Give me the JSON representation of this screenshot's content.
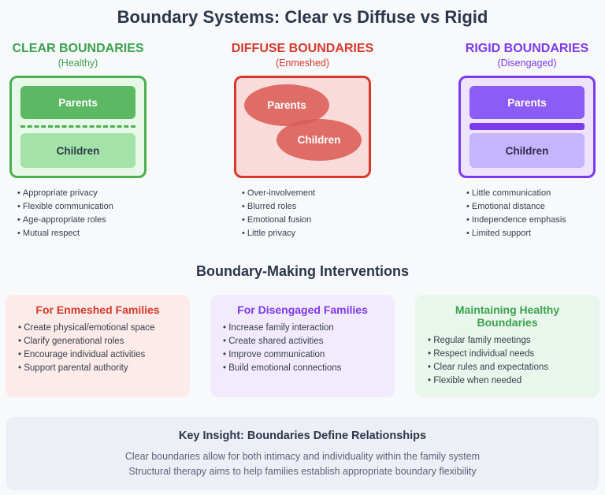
{
  "page": {
    "title": "Boundary Systems: Clear vs Diffuse vs Rigid"
  },
  "colors": {
    "clear_green": "#3aa24e",
    "diffuse_red": "#d6392c",
    "rigid_purple": "#7c3aed",
    "title_dark": "#2b3649"
  },
  "columns": [
    {
      "heading": "CLEAR BOUNDARIES",
      "subheading": "(Healthy)",
      "parents_label": "Parents",
      "children_label": "Children",
      "bullets": [
        "Appropriate privacy",
        "Flexible communication",
        "Age-appropriate roles",
        "Mutual respect"
      ]
    },
    {
      "heading": "DIFFUSE BOUNDARIES",
      "subheading": "(Enmeshed)",
      "parents_label": "Parents",
      "children_label": "Children",
      "bullets": [
        "Over-involvement",
        "Blurred roles",
        "Emotional fusion",
        "Little privacy"
      ]
    },
    {
      "heading": "RIGID BOUNDARIES",
      "subheading": "(Disengaged)",
      "parents_label": "Parents",
      "children_label": "Children",
      "bullets": [
        "Little communication",
        "Emotional distance",
        "Independence emphasis",
        "Limited support"
      ]
    }
  ],
  "interventions": {
    "title": "Boundary-Making Interventions",
    "cards": [
      {
        "title": "For Enmeshed Families",
        "bullets": [
          "Create physical/emotional space",
          "Clarify generational roles",
          "Encourage individual activities",
          "Support parental authority"
        ]
      },
      {
        "title": "For Disengaged Families",
        "bullets": [
          "Increase family interaction",
          "Create shared activities",
          "Improve communication",
          "Build emotional connections"
        ]
      },
      {
        "title": "Maintaining Healthy Boundaries",
        "bullets": [
          "Regular family meetings",
          "Respect individual needs",
          "Clear rules and expectations",
          "Flexible when needed"
        ]
      }
    ]
  },
  "key_insight": {
    "title": "Key Insight: Boundaries Define Relationships",
    "lines": [
      "Clear boundaries allow for both intimacy and individuality within the family system",
      "Structural therapy aims to help families establish appropriate boundary flexibility"
    ]
  }
}
